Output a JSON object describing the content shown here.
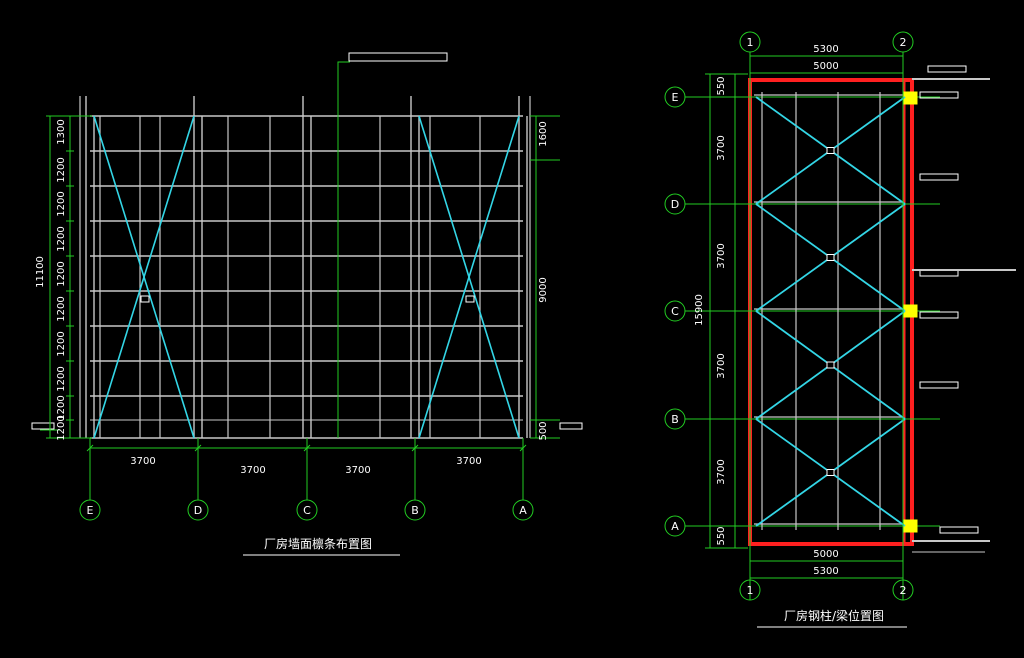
{
  "colors": {
    "background": "#000000",
    "frame": "#c8c8c8",
    "brace": "#33d6e6",
    "dimension": "#22cc22",
    "column_outline": "#ff2020",
    "column_marker": "#ffff00",
    "text": "#ffffff"
  },
  "left_drawing": {
    "title": "厂房墙面檩条布置图",
    "axis_labels": [
      "E",
      "D",
      "C",
      "B",
      "A"
    ],
    "bottom_spans": [
      "3700",
      "3700",
      "3700",
      "3700"
    ],
    "left_segments": [
      "1300",
      "1200",
      "1200",
      "1200",
      "1200",
      "1200",
      "1200",
      "1200",
      "1200",
      "1200"
    ],
    "left_total": "11100",
    "right_segments": [
      "1600",
      "9000",
      "500"
    ]
  },
  "right_drawing": {
    "title": "厂房钢柱/梁位置图",
    "axis_labels": [
      "E",
      "D",
      "C",
      "B",
      "A"
    ],
    "column_axes": [
      "1",
      "2"
    ],
    "top_outer": "5300",
    "top_inner": "5000",
    "bottom_inner": "5000",
    "bottom_outer": "5300",
    "left_segments": [
      "550",
      "3700",
      "3700",
      "3700",
      "3700",
      "550"
    ],
    "left_total": "15900"
  }
}
